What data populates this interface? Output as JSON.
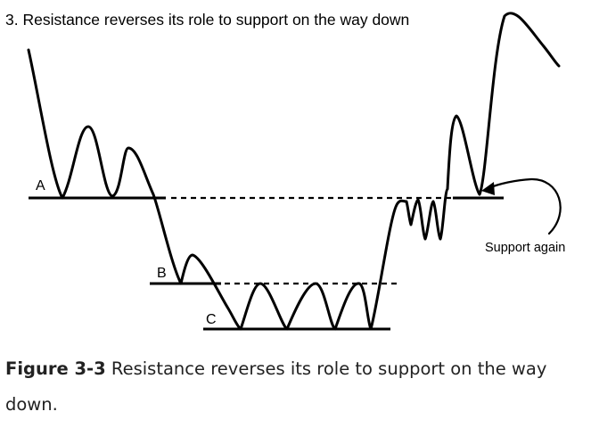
{
  "diagram": {
    "title": "3. Resistance reverses its role to support on the way down",
    "levels": [
      {
        "label": "A"
      },
      {
        "label": "B"
      },
      {
        "label": "C"
      }
    ],
    "annotation": "Support again"
  },
  "caption": {
    "figure_number": "Figure 3-3",
    "text": "Resistance reverses its role to support on the way down."
  }
}
